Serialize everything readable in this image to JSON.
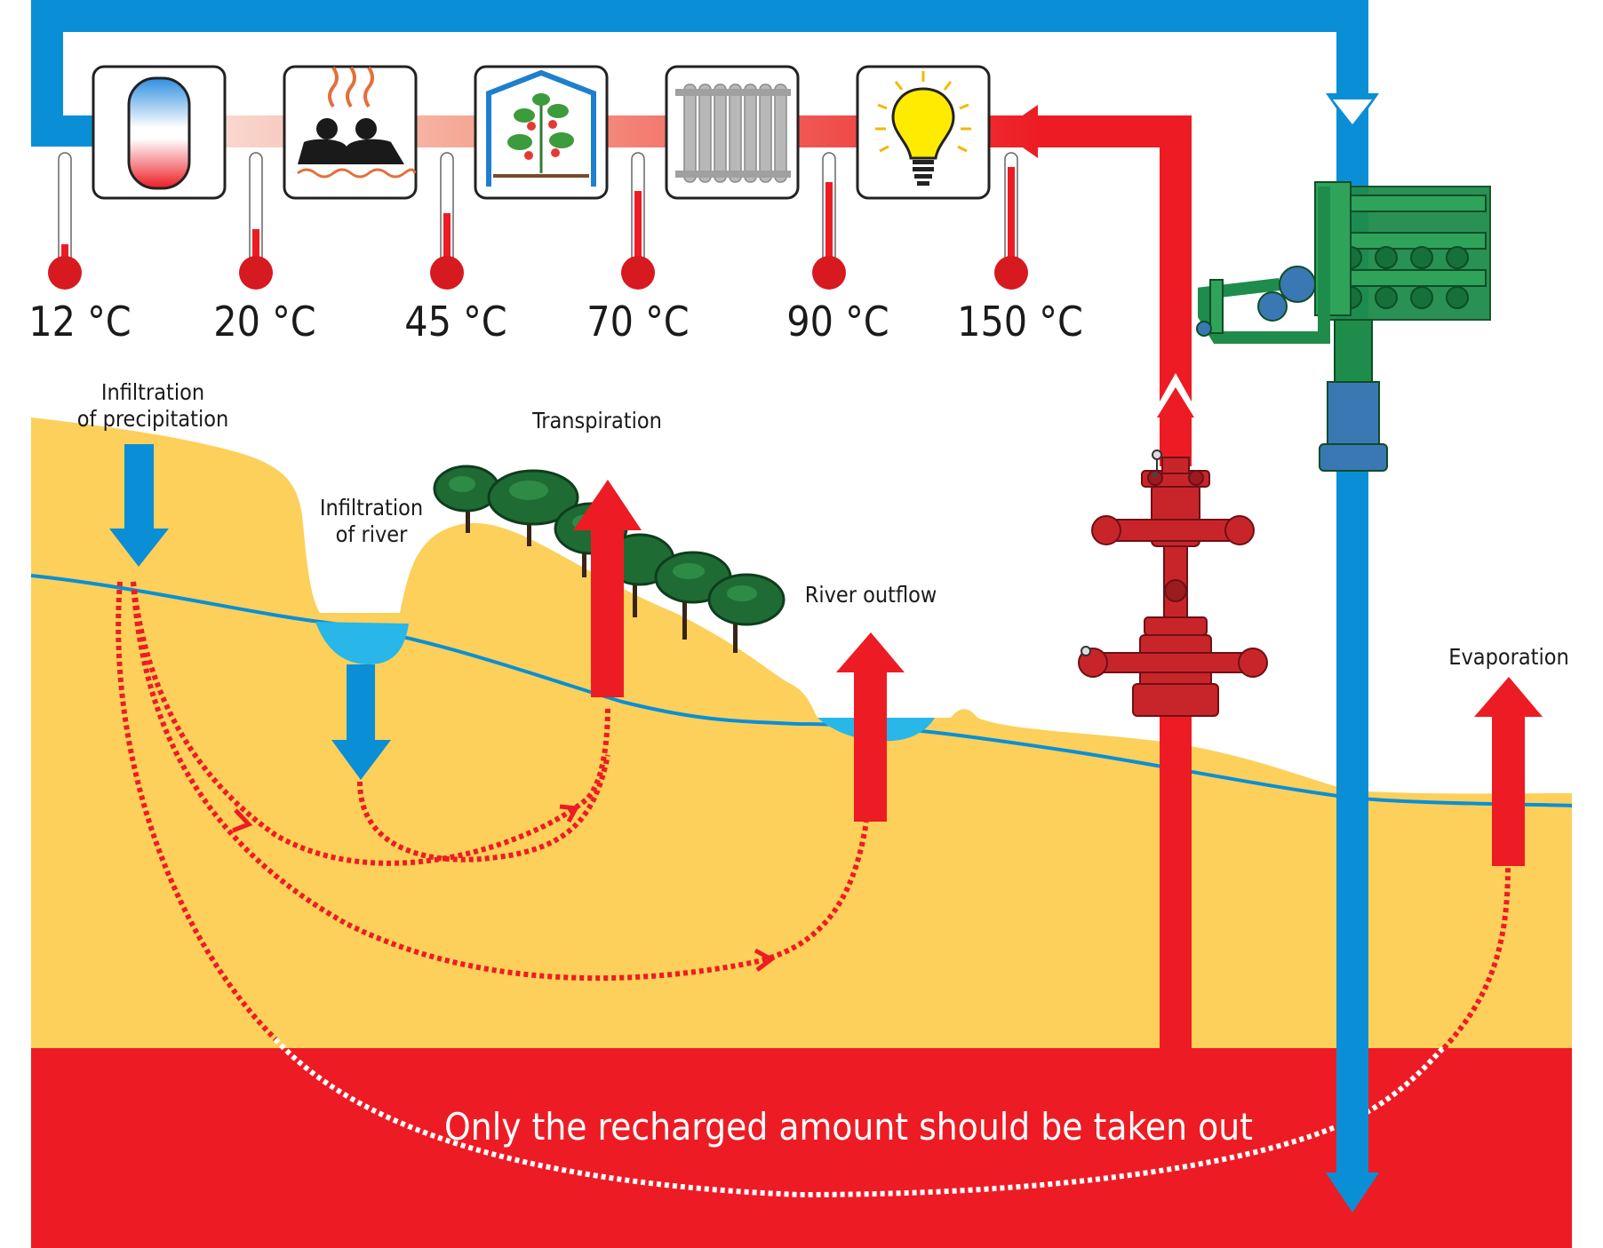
{
  "colors": {
    "hot_red": "#ED1C24",
    "cold_blue": "#0A8FD6",
    "ground_yellow": "#FCD05A",
    "water_light": "#29B6E8",
    "tree_green": "#1E6B34",
    "pipe_green": "#1E8C4A",
    "wellhead_red": "#C8252B"
  },
  "temperatures": [
    "12 °C",
    "20 °C",
    "45 °C",
    "70 °C",
    "90 °C",
    "150 °C"
  ],
  "uses": [
    {
      "name": "storage-tank-icon"
    },
    {
      "name": "spa-bath-icon"
    },
    {
      "name": "greenhouse-icon"
    },
    {
      "name": "radiator-icon"
    },
    {
      "name": "light-bulb-icon"
    }
  ],
  "labels": {
    "infiltration_precip_1": "Infiltration",
    "infiltration_precip_2": "of precipitation",
    "infiltration_river_1": "Infiltration",
    "infiltration_river_2": "of river",
    "transpiration": "Transpiration",
    "river_outflow": "River outflow",
    "evaporation": "Evaporation",
    "bottom_message": "Only the recharged amount should be taken out"
  }
}
